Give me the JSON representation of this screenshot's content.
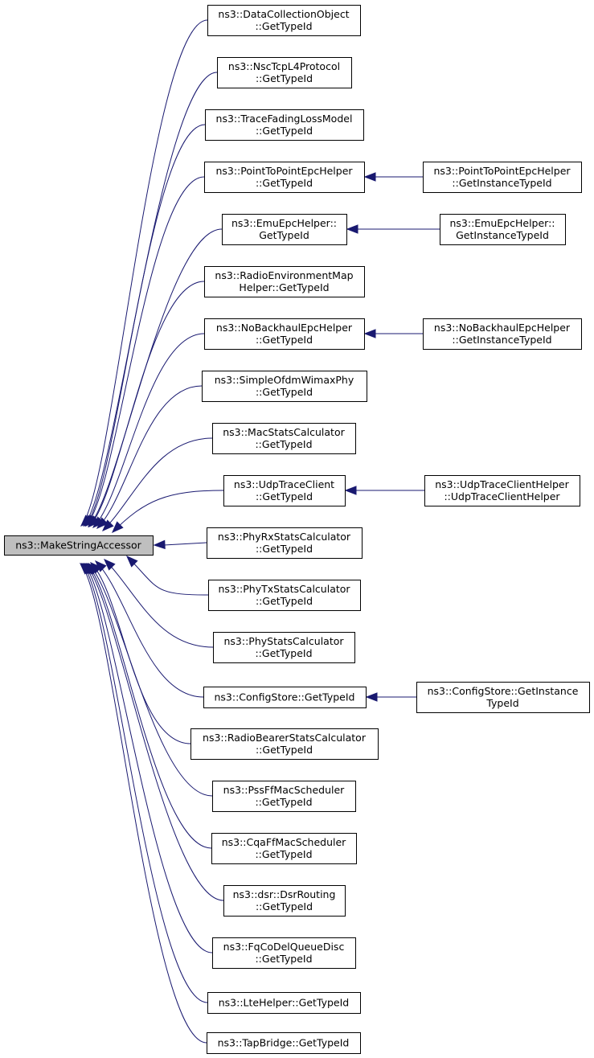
{
  "root": {
    "label": "ns3::MakeStringAccessor"
  },
  "callers": [
    {
      "id": "n1",
      "lines": [
        "ns3::DataCollectionObject",
        "::GetTypeId"
      ]
    },
    {
      "id": "n2",
      "lines": [
        "ns3::NscTcpL4Protocol",
        "::GetTypeId"
      ]
    },
    {
      "id": "n3",
      "lines": [
        "ns3::TraceFadingLossModel",
        "::GetTypeId"
      ]
    },
    {
      "id": "n4",
      "lines": [
        "ns3::PointToPointEpcHelper",
        "::GetTypeId"
      ]
    },
    {
      "id": "n5",
      "lines": [
        "ns3::EmuEpcHelper::",
        "GetTypeId"
      ]
    },
    {
      "id": "n6",
      "lines": [
        "ns3::RadioEnvironmentMap",
        "Helper::GetTypeId"
      ]
    },
    {
      "id": "n7",
      "lines": [
        "ns3::NoBackhaulEpcHelper",
        "::GetTypeId"
      ]
    },
    {
      "id": "n8",
      "lines": [
        "ns3::SimpleOfdmWimaxPhy",
        "::GetTypeId"
      ]
    },
    {
      "id": "n9",
      "lines": [
        "ns3::MacStatsCalculator",
        "::GetTypeId"
      ]
    },
    {
      "id": "n10",
      "lines": [
        "ns3::UdpTraceClient",
        "::GetTypeId"
      ]
    },
    {
      "id": "n11",
      "lines": [
        "ns3::PhyRxStatsCalculator",
        "::GetTypeId"
      ]
    },
    {
      "id": "n12",
      "lines": [
        "ns3::PhyTxStatsCalculator",
        "::GetTypeId"
      ]
    },
    {
      "id": "n13",
      "lines": [
        "ns3::PhyStatsCalculator",
        "::GetTypeId"
      ]
    },
    {
      "id": "n14",
      "lines": [
        "ns3::ConfigStore::GetTypeId"
      ]
    },
    {
      "id": "n15",
      "lines": [
        "ns3::RadioBearerStatsCalculator",
        "::GetTypeId"
      ]
    },
    {
      "id": "n16",
      "lines": [
        "ns3::PssFfMacScheduler",
        "::GetTypeId"
      ]
    },
    {
      "id": "n17",
      "lines": [
        "ns3::CqaFfMacScheduler",
        "::GetTypeId"
      ]
    },
    {
      "id": "n18",
      "lines": [
        "ns3::dsr::DsrRouting",
        "::GetTypeId"
      ]
    },
    {
      "id": "n19",
      "lines": [
        "ns3::FqCoDelQueueDisc",
        "::GetTypeId"
      ]
    },
    {
      "id": "n20",
      "lines": [
        "ns3::LteHelper::GetTypeId"
      ]
    },
    {
      "id": "n21",
      "lines": [
        "ns3::TapBridge::GetTypeId"
      ]
    }
  ],
  "secondary": [
    {
      "id": "s4",
      "target": "n4",
      "lines": [
        "ns3::PointToPointEpcHelper",
        "::GetInstanceTypeId"
      ]
    },
    {
      "id": "s5",
      "target": "n5",
      "lines": [
        "ns3::EmuEpcHelper::",
        "GetInstanceTypeId"
      ]
    },
    {
      "id": "s7",
      "target": "n7",
      "lines": [
        "ns3::NoBackhaulEpcHelper",
        "::GetInstanceTypeId"
      ]
    },
    {
      "id": "s10",
      "target": "n10",
      "lines": [
        "ns3::UdpTraceClientHelper",
        "::UdpTraceClientHelper"
      ]
    },
    {
      "id": "s14",
      "target": "n14",
      "lines": [
        "ns3::ConfigStore::GetInstance",
        "TypeId"
      ]
    }
  ],
  "colors": {
    "edge": "#191970",
    "root_fill": "#bfbfbf",
    "node_fill": "#ffffff",
    "border": "#000000"
  }
}
